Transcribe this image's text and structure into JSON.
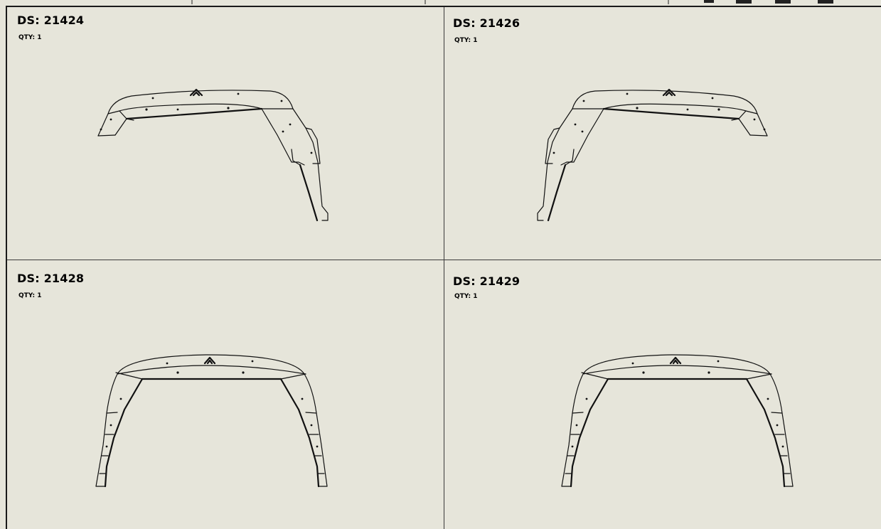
{
  "drawings": [
    {
      "title": "DS: 21424",
      "qty": "QTY: 1"
    },
    {
      "title": "DS: 21426",
      "qty": "QTY: 1"
    },
    {
      "title": "DS: 21428",
      "qty": "QTY: 1"
    },
    {
      "title": "DS: 21429",
      "qty": "QTY: 1"
    }
  ]
}
